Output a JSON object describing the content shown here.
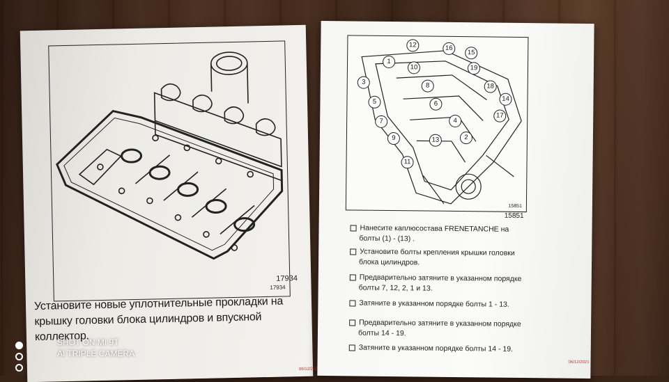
{
  "left_sheet": {
    "figure_number_small": "17934",
    "figure_number": "17934",
    "caption_lines": [
      "Установите новые уплотнительные прокладки на",
      "крышку головки  блока цилиндров  и  впускной",
      "коллектор."
    ],
    "stamp": "06/12/2021"
  },
  "right_sheet": {
    "figure_number_small": "15851",
    "figure_number": "15851",
    "callouts": [
      "1",
      "2",
      "3",
      "4",
      "5",
      "6",
      "7",
      "8",
      "9",
      "10",
      "11",
      "12",
      "13",
      "14",
      "15",
      "16",
      "17",
      "18",
      "19"
    ],
    "instructions": [
      {
        "lines": [
          "Нанесите каплюсостава  FRENETANCHE  на",
          "болты (1) - (13) ."
        ]
      },
      {
        "lines": [
          "Установите  болты крепления  крышки  головки",
          "блока цилиндров."
        ]
      },
      {
        "lines": [
          "Предварительно затяните в указанном порядке",
          "болты 7, 12, 2, 1 и 13."
        ]
      },
      {
        "lines": [
          "Затяните в указанном порядке болты 1 - 13."
        ]
      },
      {
        "lines": [
          "Предварительно затяните в  указанном порядке",
          "болты 14 - 19."
        ]
      },
      {
        "lines": [
          "Затяните в указанном порядке болты 14 - 19."
        ]
      }
    ],
    "stamp": "06/12/2021"
  },
  "watermark": {
    "line1": "SHOT ON MI 9T",
    "line2": "AI TRIPLE CAMERA"
  }
}
